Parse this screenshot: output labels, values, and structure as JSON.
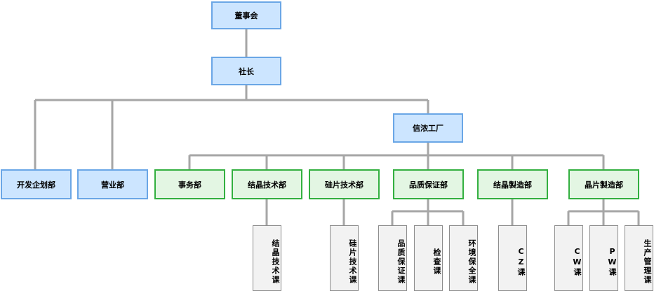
{
  "colors": {
    "line": "#a6a6a6",
    "blue_fill": "#cce5ff",
    "blue_border": "#6aa6e6",
    "green_fill": "#e3f6e3",
    "green_border": "#33b040",
    "gray_fill": "#f2f2f2",
    "gray_border": "#8c8c8c"
  },
  "nodes": {
    "board": "董事会",
    "president": "社长",
    "development": "开发企划部",
    "sales": "营业部",
    "factory": "信浓工厂",
    "general_affairs": "事务部",
    "crystal_tech": "结晶技术部",
    "wafer_tech": "硅片技术部",
    "quality_assurance": "品质保证部",
    "crystal_mfg": "结晶製造部",
    "wafer_mfg": "晶片製造部",
    "crystal_tech_section": "结晶技术课",
    "wafer_tech_section": "硅片技术课",
    "qa_section": "品质保证课",
    "inspection_section": "检查课",
    "environment_safety_section": "环境保全课",
    "cz_section": "CZ课",
    "cw_section": "CW课",
    "pw_section": "PW课",
    "production_mgmt_section": "生产管理课"
  }
}
